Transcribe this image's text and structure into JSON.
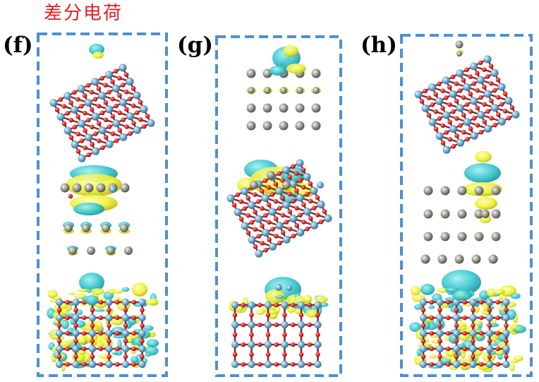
{
  "figure": {
    "title": "差分电荷",
    "panels": [
      {
        "label": "(f)"
      },
      {
        "label": "(g)"
      },
      {
        "label": "(h)"
      }
    ]
  },
  "colors": {
    "title_text": "#e02020",
    "frame_dash": "#4f8fd0",
    "bond": "#8a2b2b",
    "oxygen_atom": "#d81f1f",
    "metal_atom": "#5fa0c8",
    "dopant_atom": "#8a8a80",
    "charge_accumulation": "#eef030",
    "charge_depletion": "#36c4cc"
  }
}
